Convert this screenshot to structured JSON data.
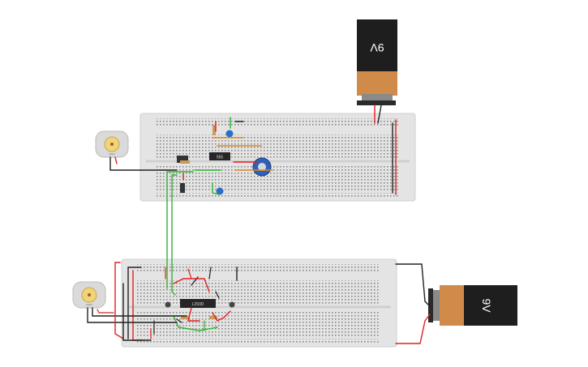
{
  "canvas": {
    "battery_top_label": "9V",
    "battery_bottom_label": "9V",
    "ic_top_label": "555",
    "ic_bottom_label": "L293D",
    "motor_top_label": "motor",
    "motor_bottom_label": "motor"
  },
  "colors": {
    "background": "#ffffff",
    "breadboard": "#e6e6e6",
    "battery_body": "#1e1e1e",
    "battery_cap": "#d08a4a",
    "wire_red": "#e0201e",
    "wire_black": "#222222",
    "wire_green": "#2fb52f",
    "wire_orange": "#d98b2a",
    "capacitor_blue": "#2a6fc4",
    "pot_blue": "#2c62b8"
  }
}
